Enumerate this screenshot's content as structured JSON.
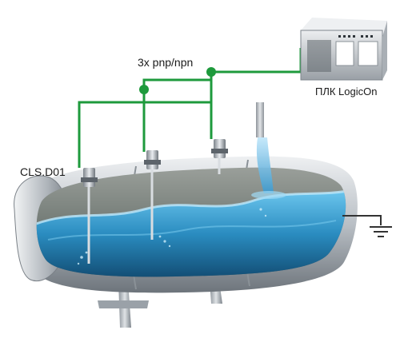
{
  "labels": {
    "wiring": "3x pnp/npn",
    "plc": "ПЛК LogicOn",
    "sensor": "CLS.D01"
  },
  "colors": {
    "wire": "#1e9a3c",
    "water": "#1f7fb5",
    "tank_shell": "#c9ced3",
    "plc_body": "#d6d9dc"
  },
  "icons": {
    "ground": "ground-symbol-icon",
    "plc": "plc-controller-icon",
    "sensor": "level-sensor-icon"
  }
}
